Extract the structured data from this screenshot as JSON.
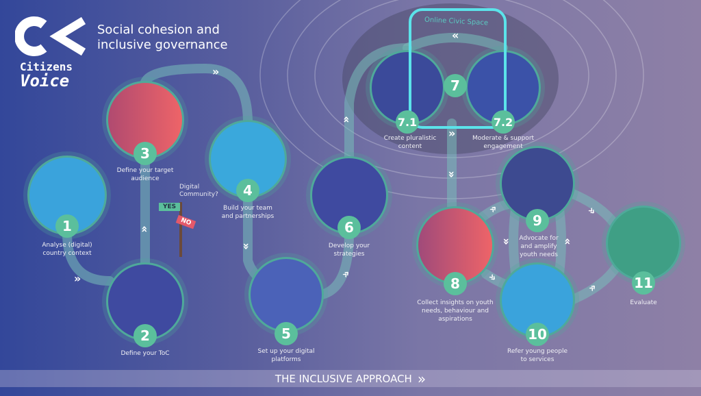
{
  "header": {
    "title_line1": "Social cohesion and",
    "title_line2": "inclusive governance",
    "logo_text1": "Citizens",
    "logo_text2": "Voice"
  },
  "civic_space": {
    "label": "Online Civic Space"
  },
  "steps": [
    {
      "num": "1",
      "label": "Analyse (digital)\ncountry context",
      "color": "#3aa3dc"
    },
    {
      "num": "2",
      "label": "Define your ToC",
      "color": "#3f4aa0"
    },
    {
      "num": "3",
      "label": "Define your target\naudience",
      "color": "#e4596a"
    },
    {
      "num": "4",
      "label": "Build your team\nand partnerships",
      "color": "#3aa8dc"
    },
    {
      "num": "5",
      "label": "Set up your digital\nplatforms",
      "color": "#4b62b8"
    },
    {
      "num": "6",
      "label": "Develop your\nstrategies",
      "color": "#3f4aa0"
    },
    {
      "num": "7",
      "label": ""
    },
    {
      "num": "7.1",
      "label": "Create pluralistic\ncontent",
      "color": "#3b4a9a"
    },
    {
      "num": "7.2",
      "label": "Moderate & support\nengagement",
      "color": "#3b52a8"
    },
    {
      "num": "8",
      "label": "Collect insights on youth\nneeds, behaviour and\naspirations",
      "color": "#d85668"
    },
    {
      "num": "9",
      "label": "Advocate for\nand amplify\nyouth needs",
      "color": "#3d4a90"
    },
    {
      "num": "10",
      "label": "Refer young people\nto services",
      "color": "#3aa3dc"
    },
    {
      "num": "11",
      "label": "Evaluate",
      "color": "#3f9f85"
    }
  ],
  "signpost": {
    "question": "Digital\nCommunity?",
    "yes": "YES",
    "no": "NO"
  },
  "footer": {
    "label": "THE INCLUSIVE APPROACH",
    "chevron": "»"
  }
}
